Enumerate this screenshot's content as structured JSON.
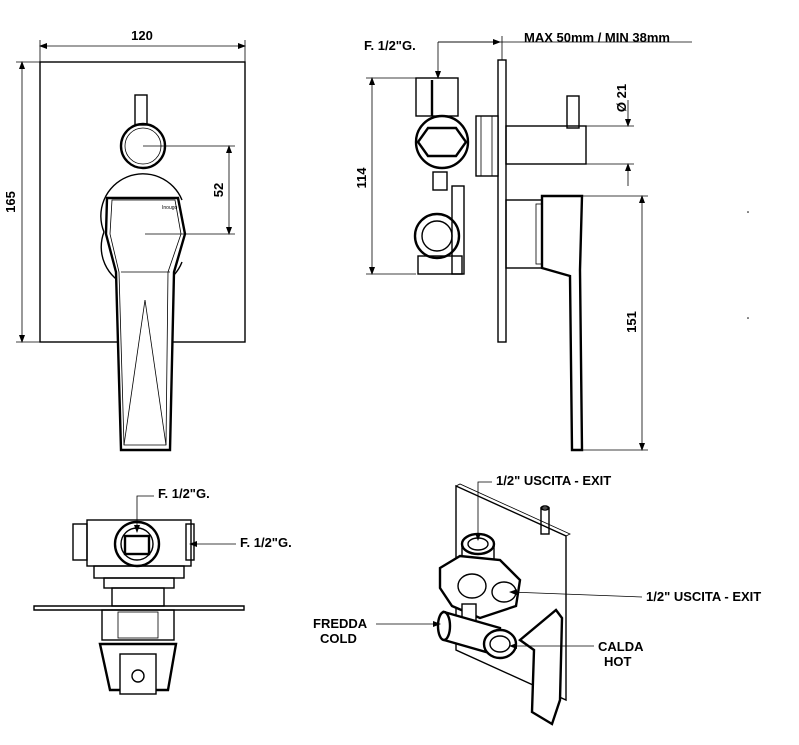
{
  "front_view": {
    "width_dim": "120",
    "height_dim": "165",
    "spacing_dim": "52",
    "brand_mark": "Inougo"
  },
  "side_view": {
    "inlet_label": "F. 1/2\"G.",
    "depth_label": "MAX 50mm / MIN 38mm",
    "diameter_dim": "Ø 21",
    "body_height_dim": "114",
    "handle_height_dim": "151"
  },
  "bottom_view": {
    "inlet_top_label": "F. 1/2\"G.",
    "inlet_side_label": "F. 1/2\"G."
  },
  "iso_view": {
    "exit_top_label": "1/2\" USCITA - EXIT",
    "exit_side_label": "1/2\" USCITA - EXIT",
    "cold_label_it": "FREDDA",
    "cold_label_en": "COLD",
    "hot_label_it": "CALDA",
    "hot_label_en": "HOT"
  }
}
